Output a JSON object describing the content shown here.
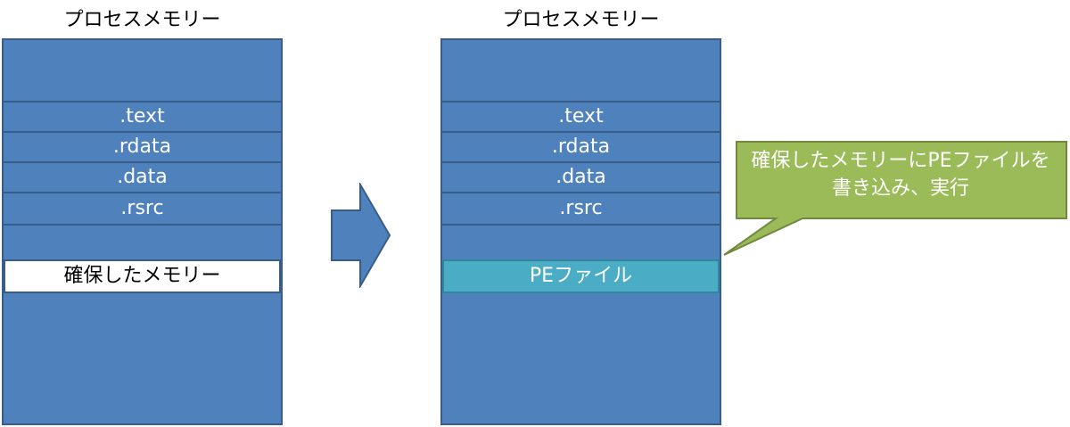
{
  "left": {
    "title": "プロセスメモリー",
    "sections": [
      ".text",
      ".rdata",
      ".data",
      ".rsrc"
    ],
    "allocated_label": "確保したメモリー"
  },
  "right": {
    "title": "プロセスメモリー",
    "sections": [
      ".text",
      ".rdata",
      ".data",
      ".rsrc"
    ],
    "pe_label": "PEファイル"
  },
  "callout": {
    "line1": "確保したメモリーにPEファイルを",
    "line2": "書き込み、実行"
  },
  "colors": {
    "memory_fill": "#4f81bd",
    "memory_border": "#385d8a",
    "pe_fill": "#4bacc6",
    "callout_fill": "#9bbb59",
    "callout_border": "#71893f"
  }
}
